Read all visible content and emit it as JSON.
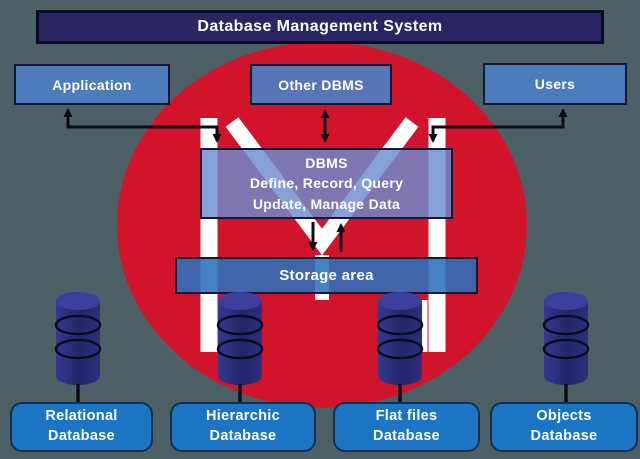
{
  "title": "Database Management System",
  "top_row": {
    "application": "Application",
    "other_dbms": "Other DBMS",
    "users": "Users"
  },
  "dbms_box": {
    "line1": "DBMS",
    "line2": "Define, Record, Query",
    "line3": "Update, Manage Data"
  },
  "storage": {
    "label": "Storage area"
  },
  "databases": [
    {
      "line1": "Relational",
      "line2": "Database"
    },
    {
      "line1": "Hierarchic",
      "line2": "Database"
    },
    {
      "line1": "Flat files",
      "line2": "Database"
    },
    {
      "line1": "Objects",
      "line2": "Database"
    }
  ],
  "icons": {
    "cylinder": "database-cylinder-icon",
    "arrow": "double-headed-arrow"
  },
  "colors": {
    "background": "#4d6065",
    "banner": "#2a2462",
    "circle_red": "#d2142b",
    "box_blue": "#4d7ec3",
    "dbms_blue": "#6c8cd0",
    "storage_blue": "#2b71bc",
    "bottom_blue": "#1b74c4",
    "cylinder_navy": "#2c2f7e",
    "line_black": "#0d0d1a",
    "text_white": "#ffffff"
  }
}
